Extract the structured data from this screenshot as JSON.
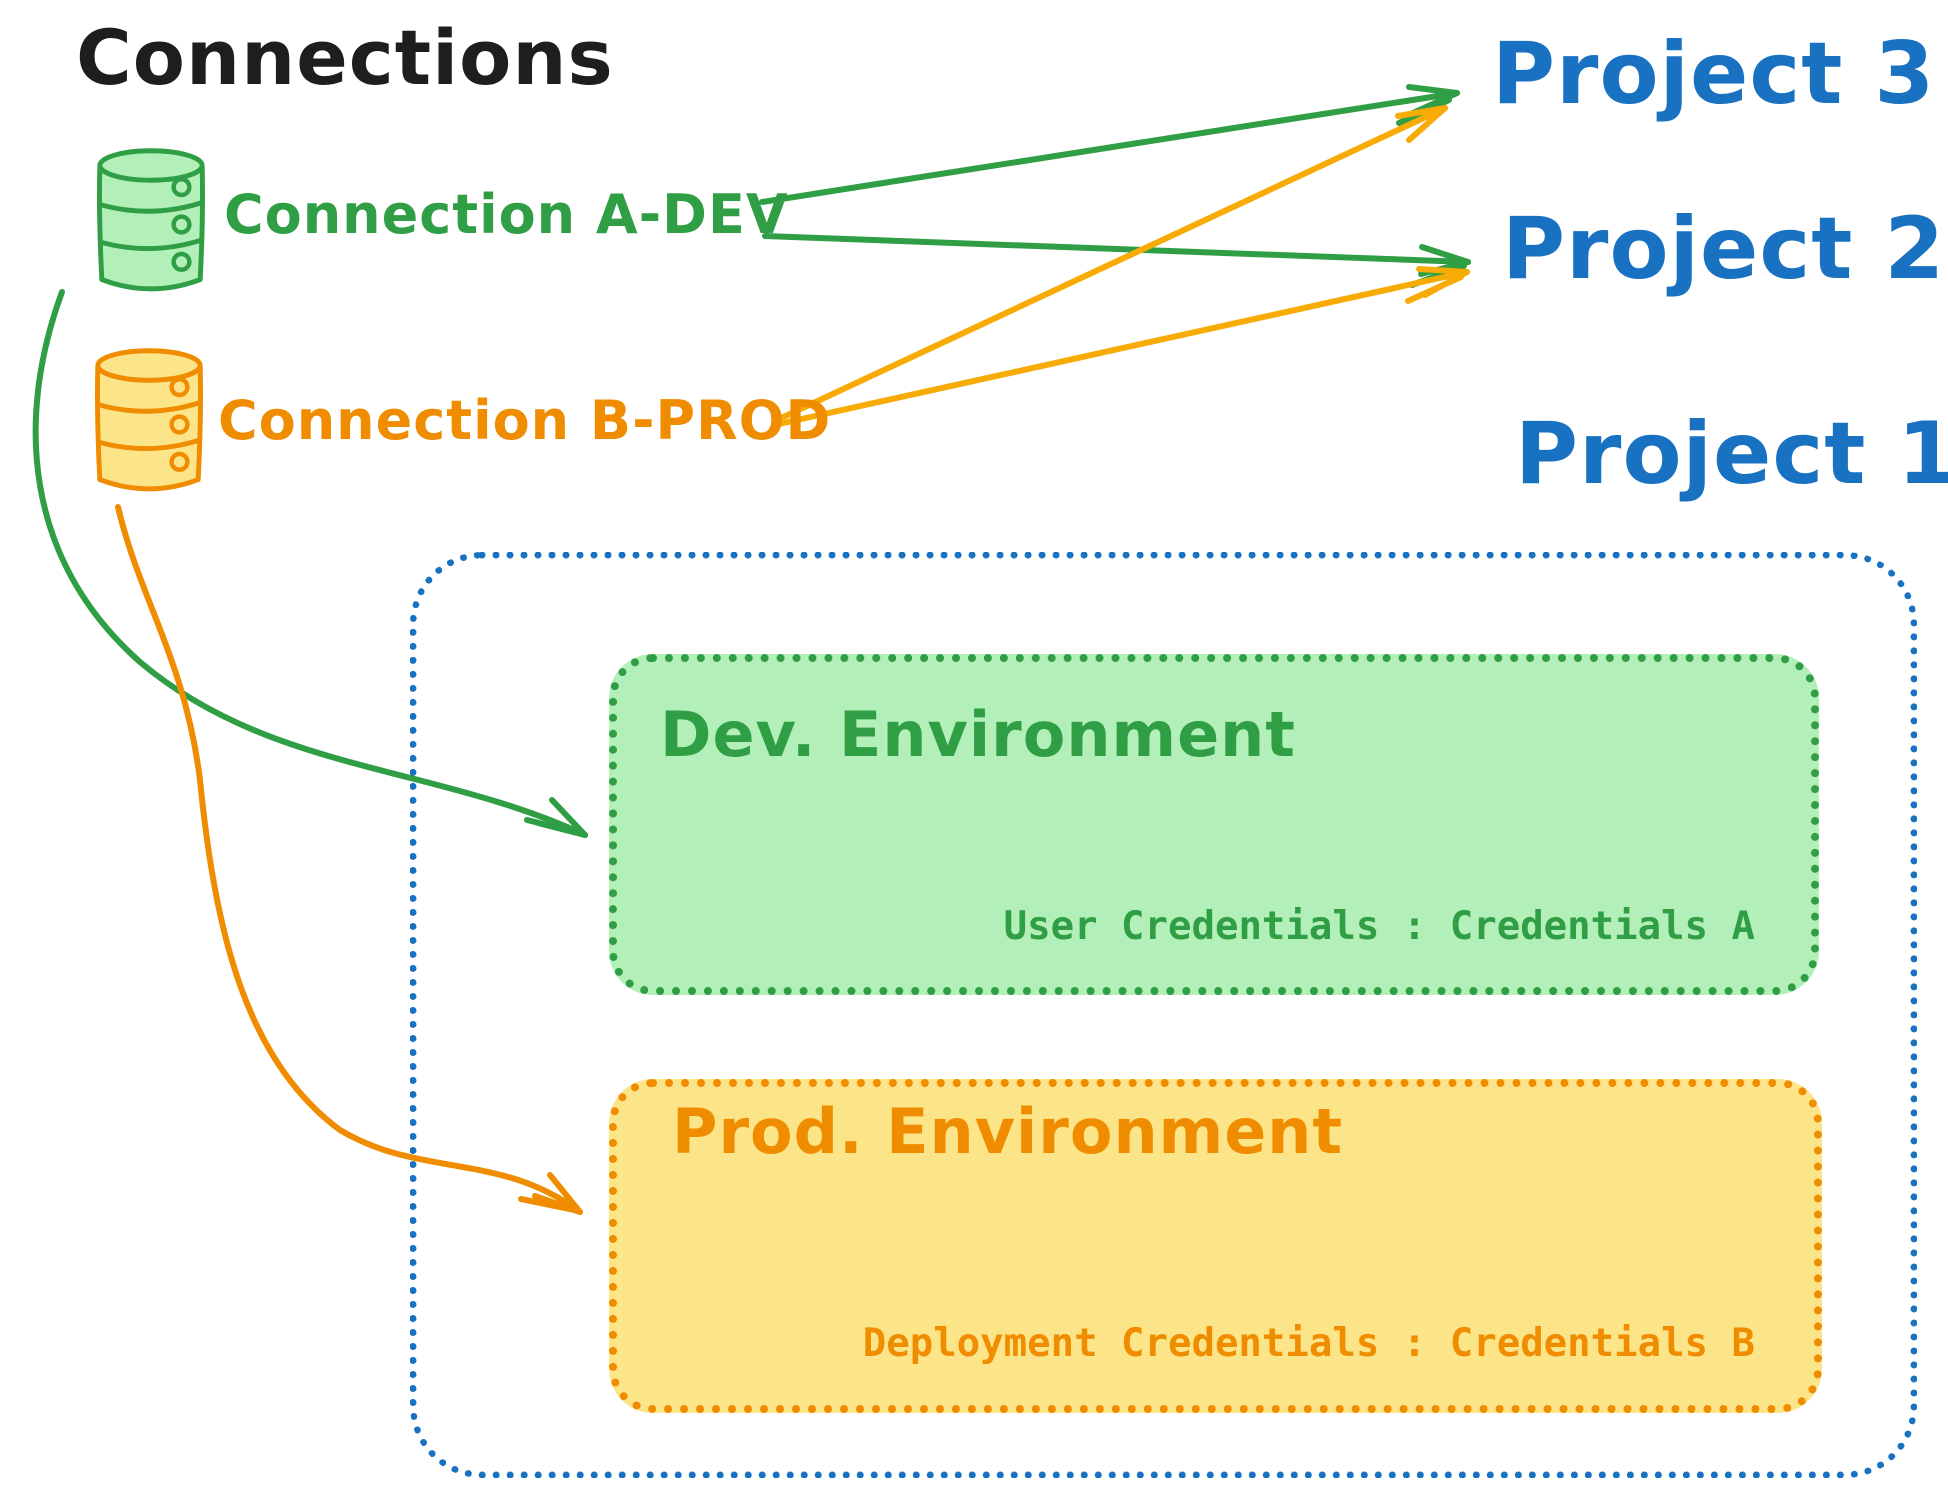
{
  "title": "Connections",
  "connections": [
    {
      "id": "a-dev",
      "label": "Connection A-DEV"
    },
    {
      "id": "b-prod",
      "label": "Connection B-PROD"
    }
  ],
  "projects": [
    {
      "label": "Project 3"
    },
    {
      "label": "Project 2"
    },
    {
      "label": "Project 1"
    }
  ],
  "project1_box": {
    "dev_environment": {
      "title": "Dev. Environment",
      "credentials_label": "User Credentials : Credentials A"
    },
    "prod_environment": {
      "title": "Prod. Environment",
      "credentials_label": "Deployment Credentials : Credentials B"
    }
  },
  "colors": {
    "ink": "#1e1e1e",
    "blue": "#1971c2",
    "green": "#2f9e44",
    "orange": "#f08c00",
    "amber": "#f8ab05",
    "green_fill": "#b3efb8",
    "yellow_fill": "#fce588"
  }
}
